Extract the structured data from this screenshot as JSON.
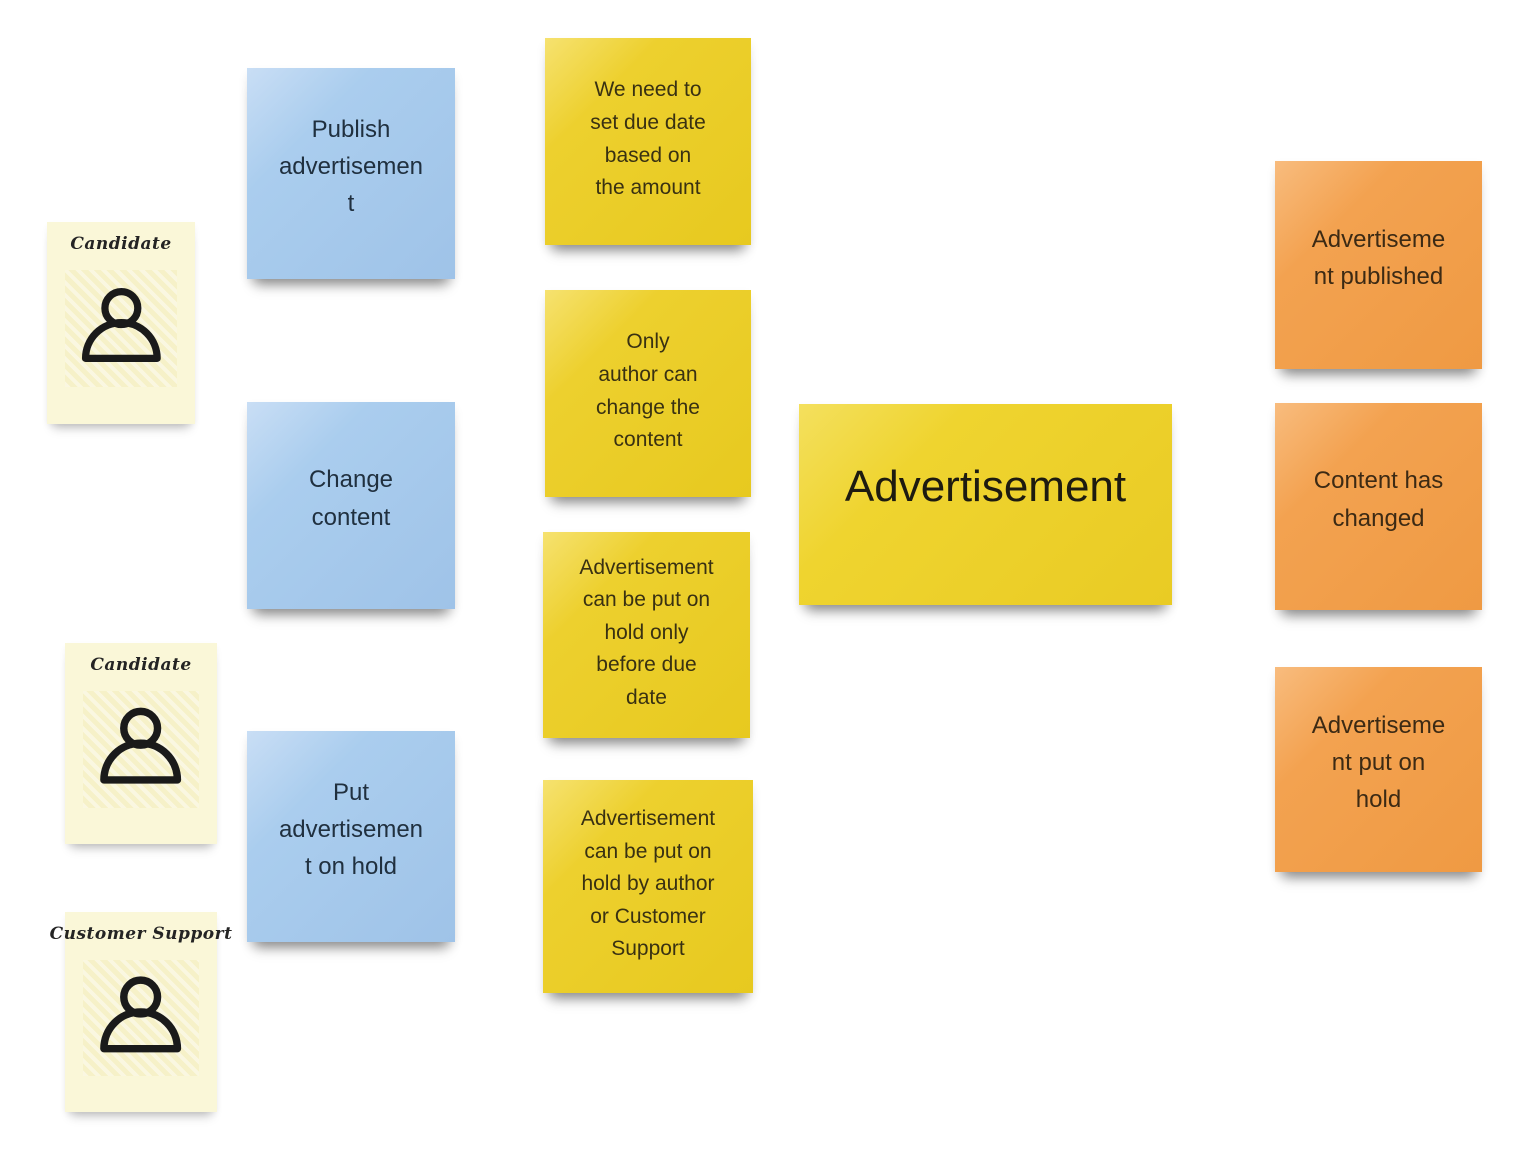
{
  "colors": {
    "command_note": "#aacdee",
    "policy_note": "#edd02e",
    "aggregate_note": "#efd42f",
    "event_note": "#f3a250",
    "actor_card": "#faf7d8",
    "note_text_dark": "#2b2518"
  },
  "actors": [
    {
      "label": "Candidate",
      "icon": "person-icon"
    },
    {
      "label": "Candidate",
      "icon": "person-icon"
    },
    {
      "label": "Customer Support",
      "icon": "person-icon"
    }
  ],
  "commands": [
    {
      "text": "Publish\nadvertisemen\nt"
    },
    {
      "text": "Change\ncontent"
    },
    {
      "text": "Put\nadvertisemen\nt on hold"
    }
  ],
  "policies": [
    {
      "text": "We need to\nset due date\nbased on\nthe amount"
    },
    {
      "text": "Only\nauthor can\nchange the\ncontent"
    },
    {
      "text": "Advertisement\ncan be put on\nhold only\nbefore due\ndate"
    },
    {
      "text": "Advertisement\ncan be put on\nhold by author\nor Customer\nSupport"
    }
  ],
  "aggregate": {
    "text": "Advertisement"
  },
  "events": [
    {
      "text": "Advertiseme\nnt published"
    },
    {
      "text": "Content has\nchanged"
    },
    {
      "text": "Advertiseme\nnt put on\nhold"
    }
  ]
}
